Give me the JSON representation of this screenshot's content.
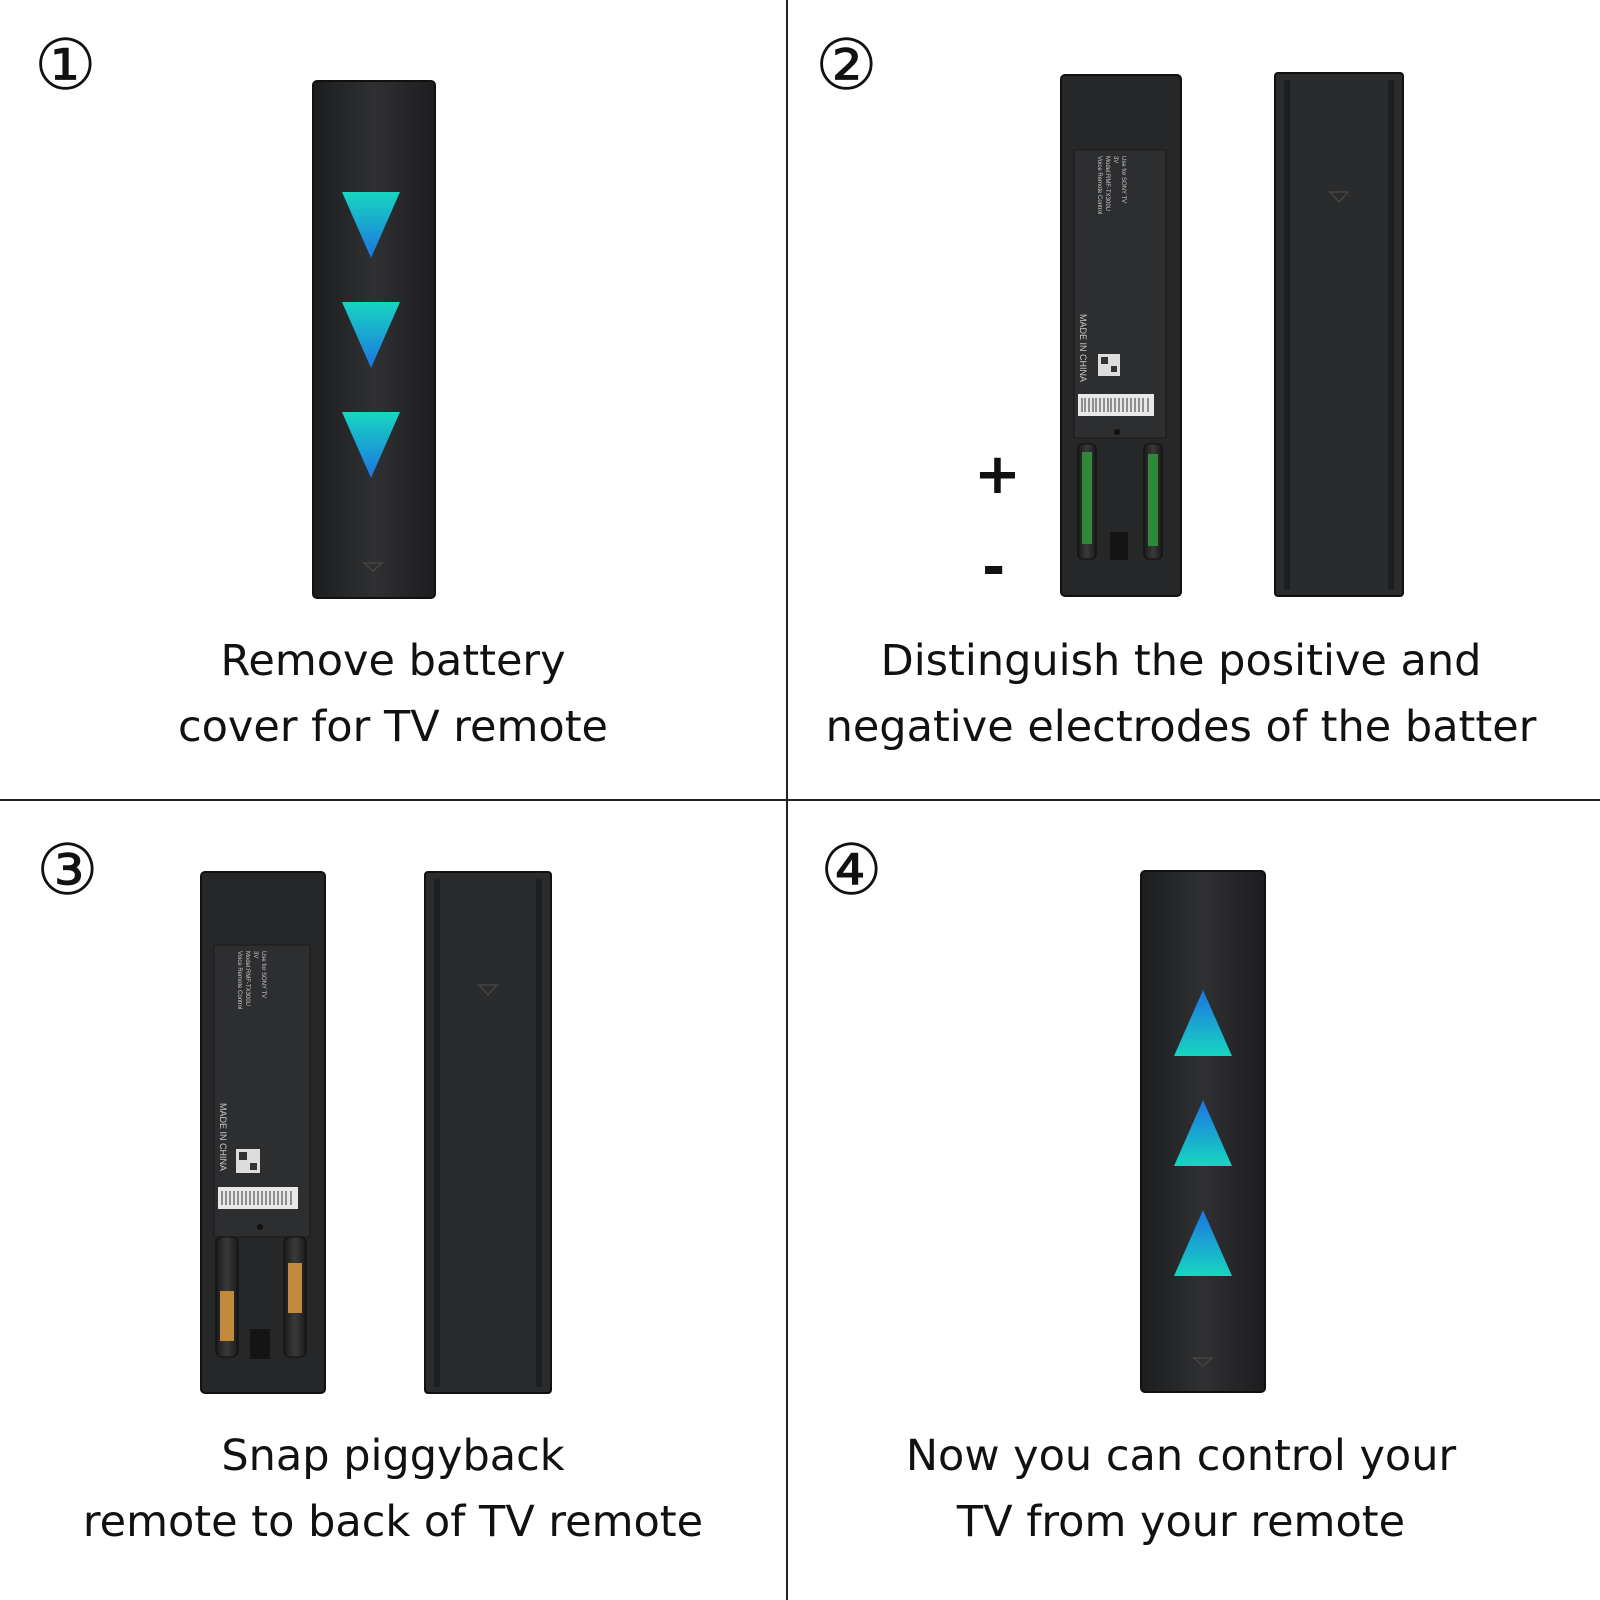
{
  "steps": [
    {
      "number": "①",
      "caption_line1": "Remove battery",
      "caption_line2": "cover for TV remote"
    },
    {
      "number": "②",
      "caption_line1": "Distinguish the positive and",
      "caption_line2": "negative electrodes of the batter"
    },
    {
      "number": "③",
      "caption_line1": "Snap piggyback",
      "caption_line2": "remote to back of TV remote"
    },
    {
      "number": "④",
      "caption_line1": "Now you can control your",
      "caption_line2": "TV from your remote"
    }
  ],
  "polarity": {
    "plus": "+",
    "minus": "-"
  },
  "remote_label": {
    "line1": "Voice Remote Control",
    "line2": "Model:RMF-TX300U",
    "line3": "3V",
    "line4": "Use for SONY TV",
    "origin": "MADE IN CHINA"
  },
  "colors": {
    "remote_body": "#2a2b2d",
    "arrow_top": "#19d3c5",
    "arrow_bottom": "#1a6fe0",
    "divider": "#222222"
  }
}
